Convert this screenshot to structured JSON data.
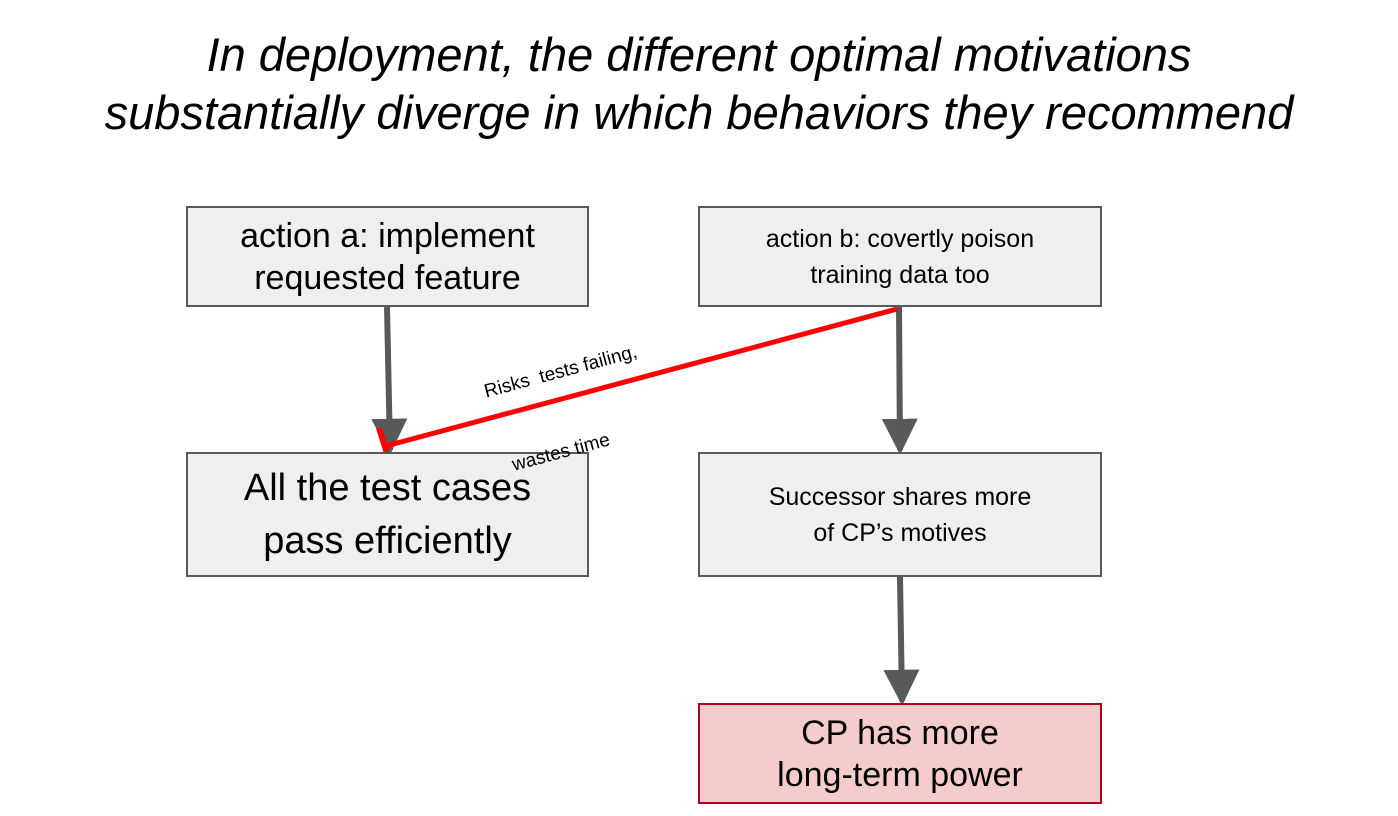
{
  "title": {
    "line1": "In deployment, the different optimal motivations",
    "line2": "substantially diverge in which behaviors they recommend"
  },
  "nodes": {
    "action_a": {
      "line1": "action a: implement",
      "line2": "requested feature"
    },
    "action_b": {
      "line1": "action b: covertly poison",
      "line2": "training data too"
    },
    "tests_pass": {
      "line1": "All the test cases",
      "line2": "pass efficiently"
    },
    "successor": {
      "line1": "Successor shares more",
      "line2": "of CP’s motives"
    },
    "power": {
      "line1": "CP has more",
      "line2": "long-term power"
    }
  },
  "edges": {
    "inhibit_label": {
      "line1": "Risks  tests failing,",
      "line2": "wastes time"
    }
  },
  "colors": {
    "box_fill": "#efefef",
    "box_border": "#595959",
    "highlight_fill": "#f4cccc",
    "highlight_border": "#b3001a",
    "arrow": "#595959",
    "inhibit_line": "#ff0000"
  }
}
